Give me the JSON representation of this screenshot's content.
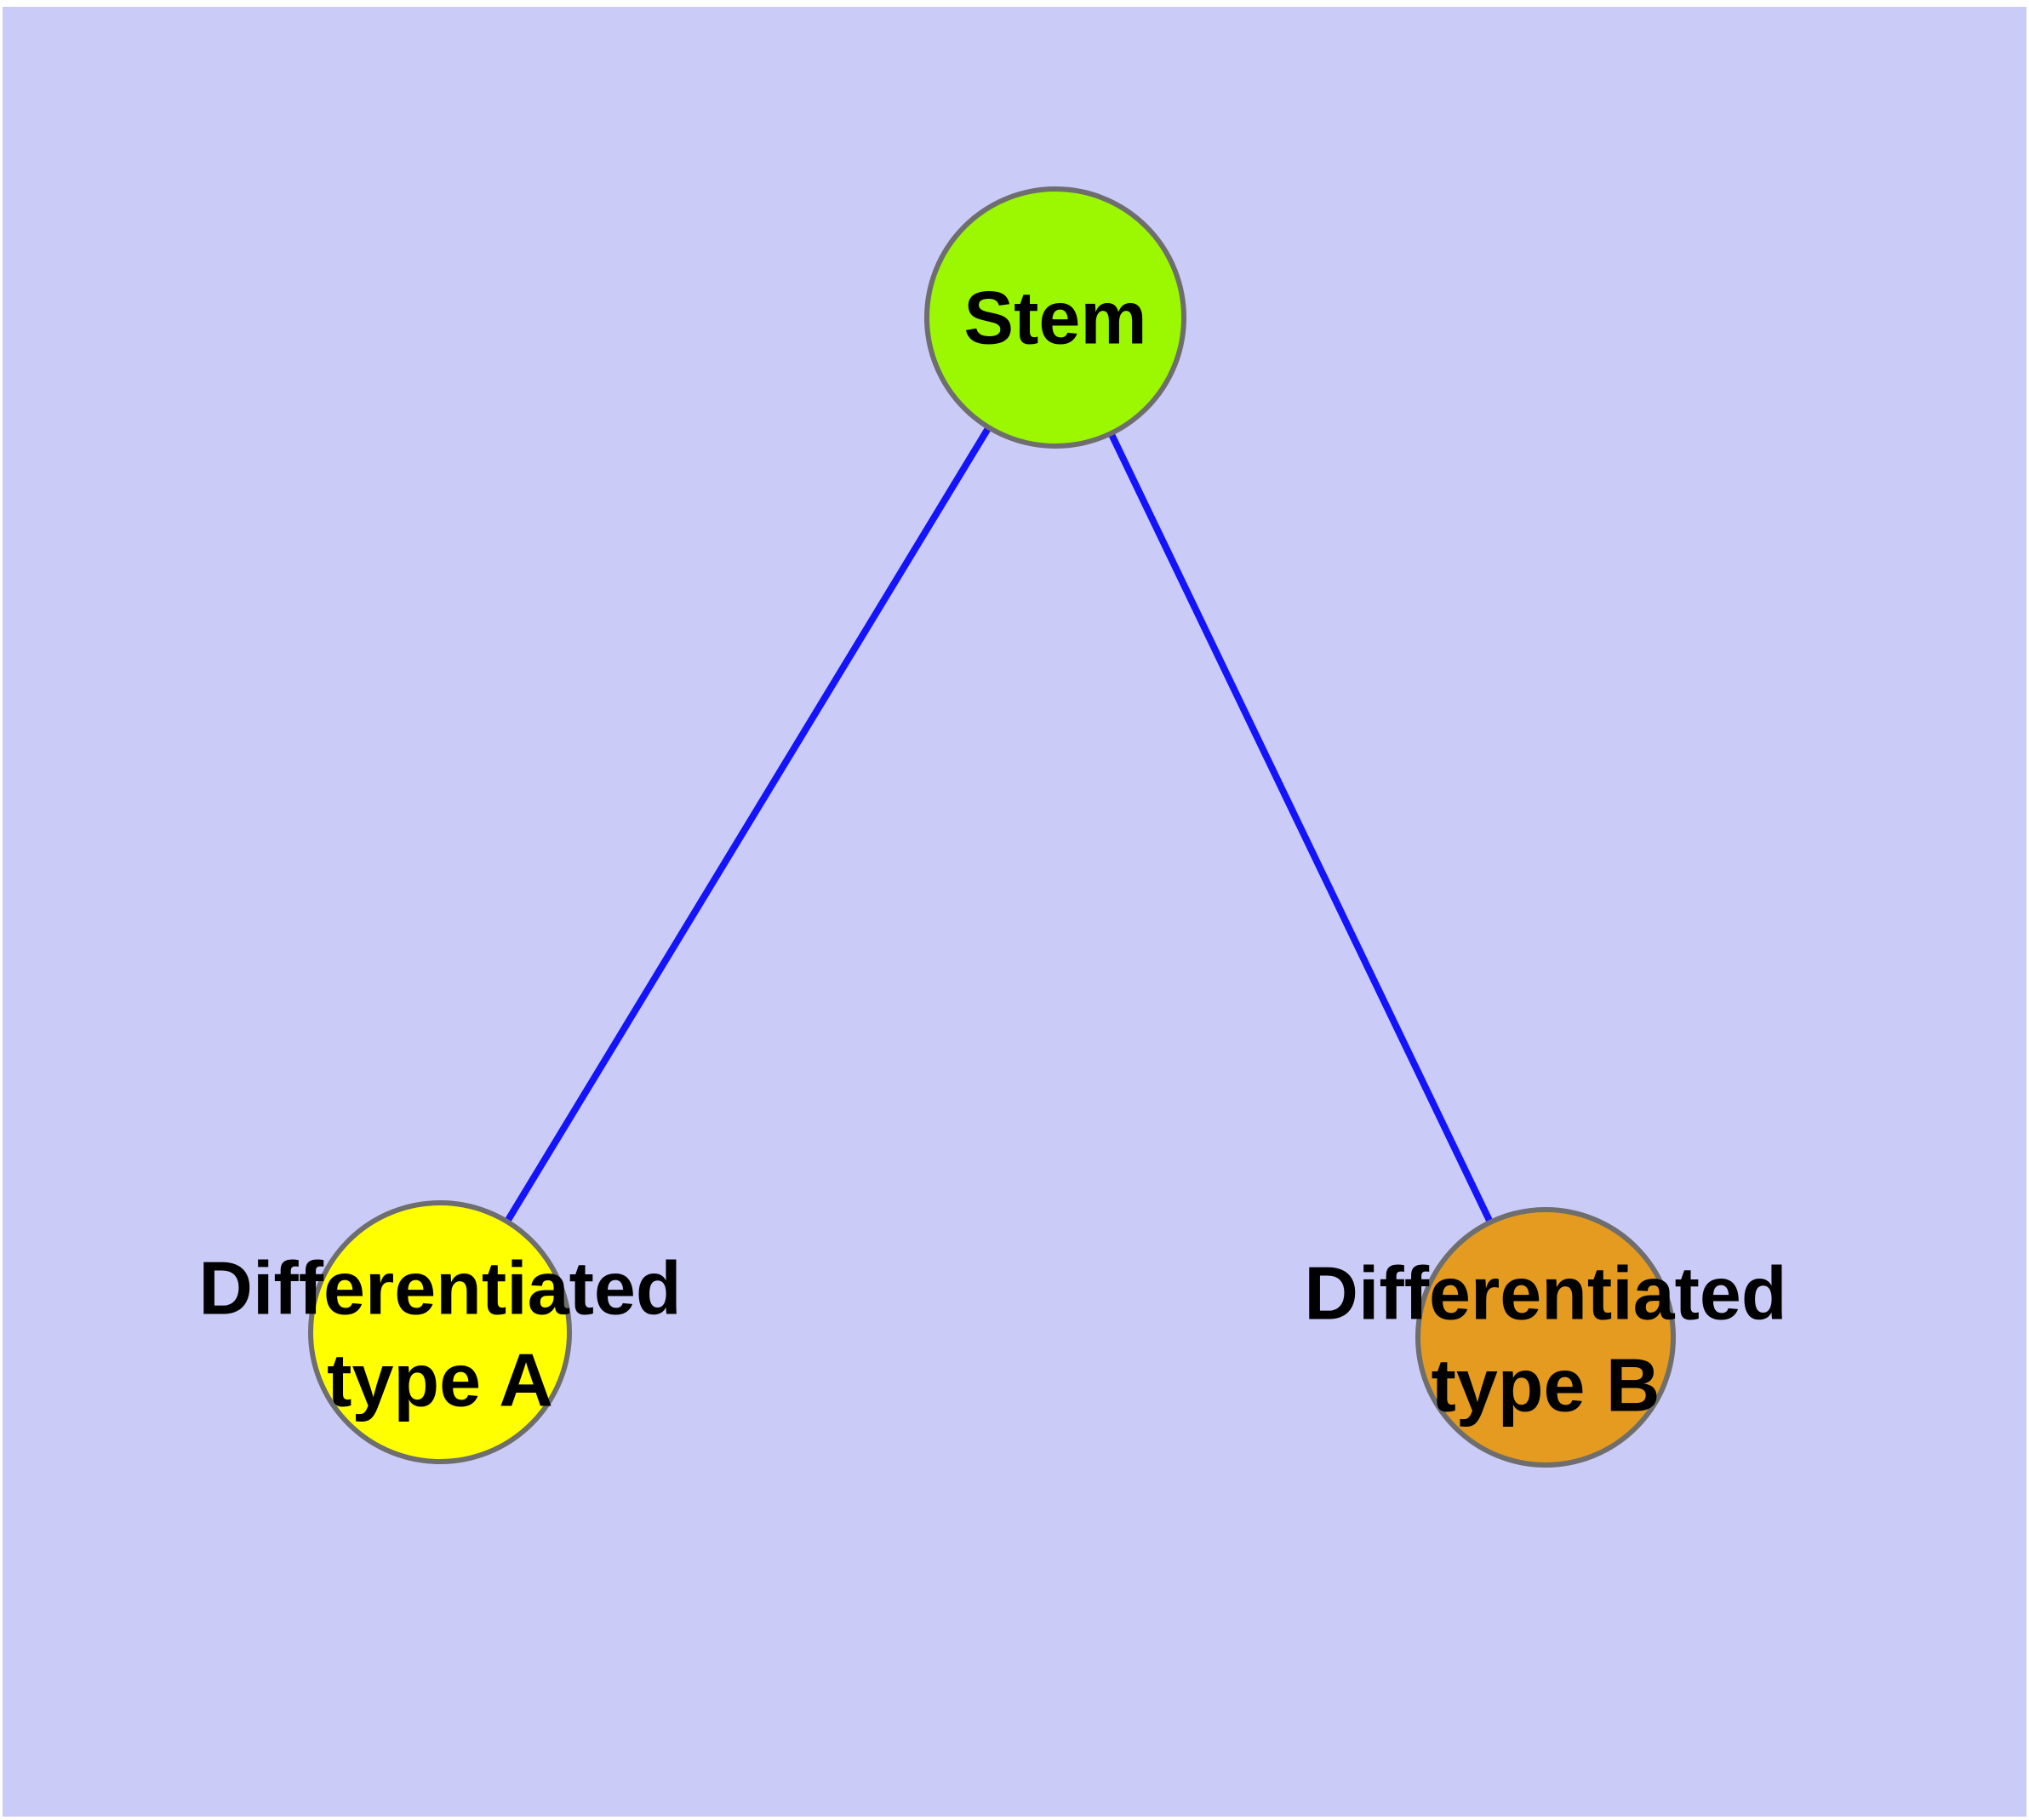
{
  "diagram": {
    "type": "graph",
    "title": "",
    "background_color": "#CBCBF8",
    "frame_color": "#FFFFFF",
    "edge_color": "#1414FA",
    "node_border_color": "#6E6E6E",
    "label_color": "#000000",
    "nodes": [
      {
        "id": "stem",
        "label": "Stem",
        "fill": "#9BF800",
        "label_lines": [
          "Stem"
        ]
      },
      {
        "id": "differentiated-type-a",
        "label": "Differentiated type A",
        "fill": "#FFFF00",
        "label_lines": [
          "Differentiated",
          "type A"
        ]
      },
      {
        "id": "differentiated-type-b",
        "label": "Differentiated type B",
        "fill": "#E49B20",
        "label_lines": [
          "Differentiated",
          "type B"
        ]
      }
    ],
    "edges": [
      {
        "from": "stem",
        "to": "differentiated-type-a"
      },
      {
        "from": "stem",
        "to": "differentiated-type-b"
      }
    ]
  }
}
